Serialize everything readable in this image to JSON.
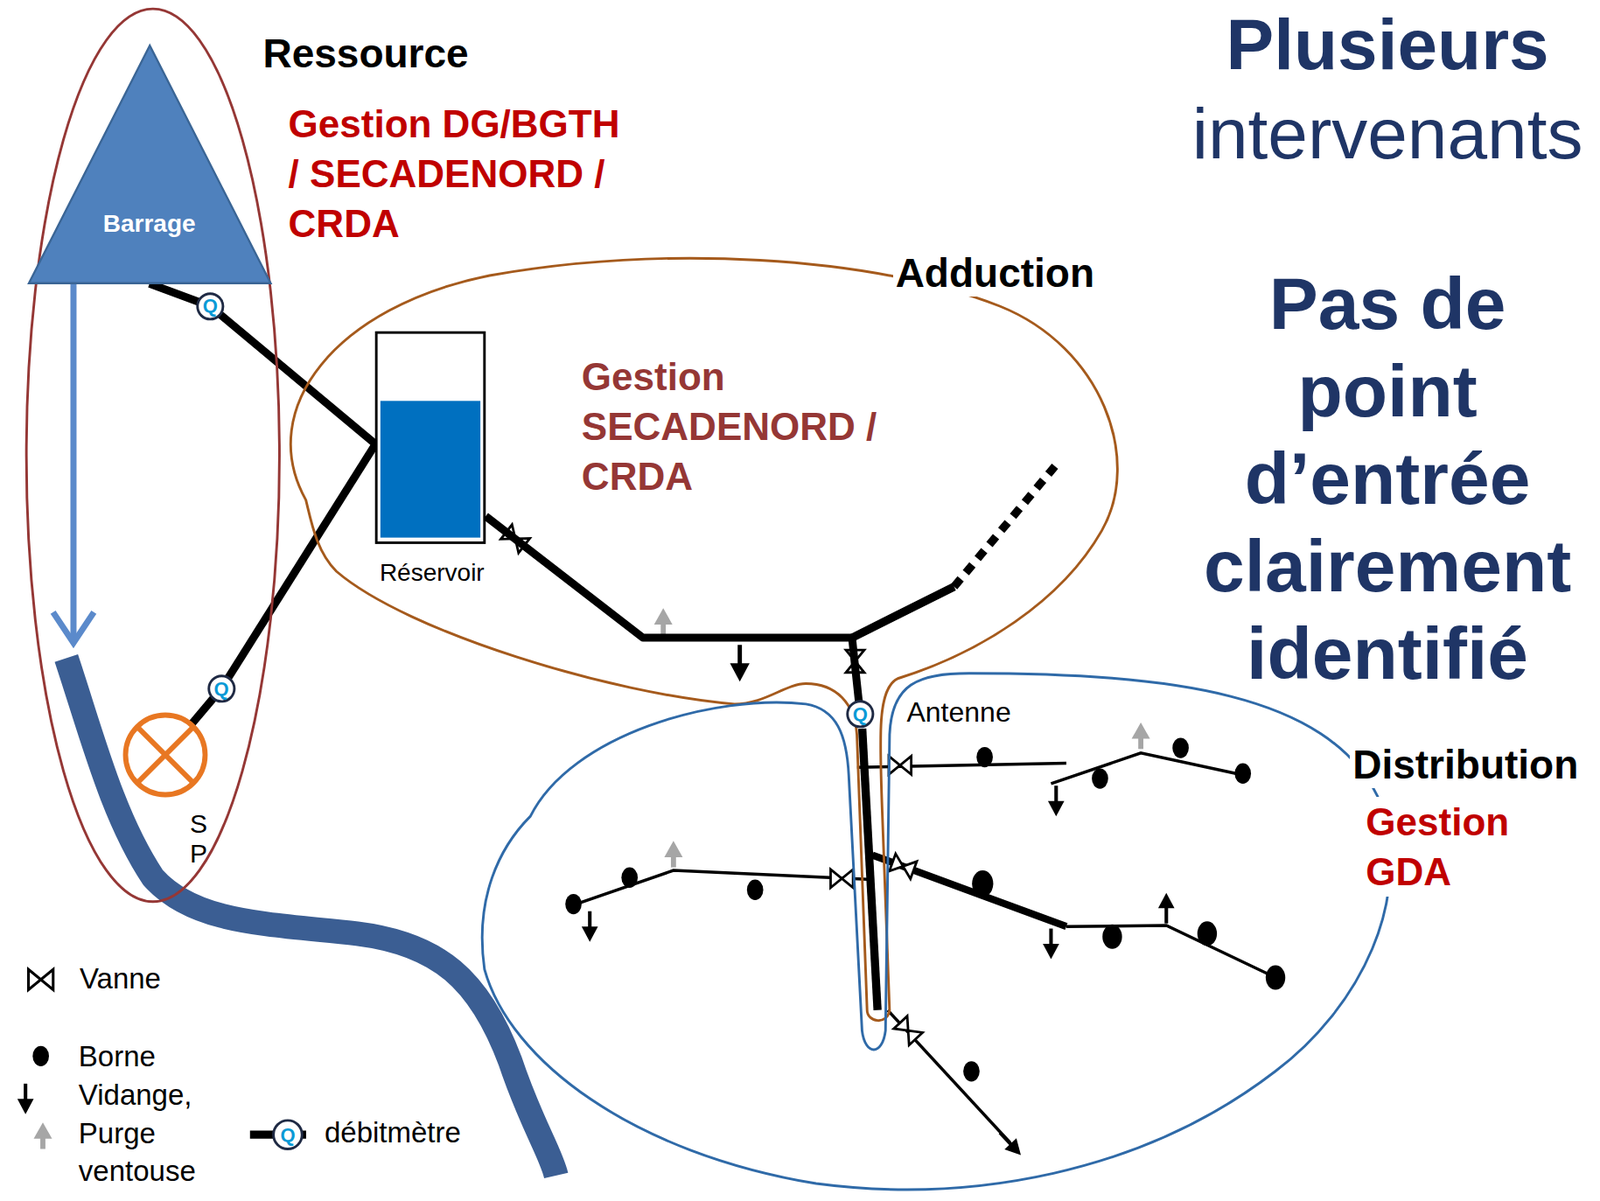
{
  "diagram": {
    "title": "Plusieurs intervenants",
    "nodes": [
      {
        "text": [
          "Ressource",
          "Gestion DG/BGTH / SECADENORD / CRDA"
        ]
      },
      {
        "text": [
          "Barrage"
        ],
        "in": 0
      },
      {
        "text": [
          "Q"
        ],
        "in": 0
      },
      {
        "text": [
          "S P"
        ],
        "in": 0
      },
      {
        "text": [
          "Q"
        ],
        "in": 0
      },
      {
        "text": [
          "Adduction",
          "Gestion SECADENORD / CRDA"
        ]
      },
      {
        "text": [
          "Réservoir"
        ],
        "in": 5
      },
      {
        "text": [
          "Distribution",
          "Gestion GDA"
        ]
      },
      {
        "text": [
          "Q"
        ],
        "in": 7
      }
    ],
    "edges": [
      {
        "from": 1,
        "to": 2,
        "arrow": "none"
      },
      {
        "from": 2,
        "to": 6,
        "arrow": "none"
      },
      {
        "from": 3,
        "to": 4,
        "arrow": "none"
      },
      {
        "from": 4,
        "to": 6,
        "arrow": "none"
      },
      {
        "from": 6,
        "to": 8,
        "arrow": "none"
      }
    ],
    "labels": [
      "Pas de point d’entrée clairement identifié",
      "Antenne",
      "Q"
    ],
    "legend": [
      {
        "text": "Vanne"
      },
      {
        "text": "Borne"
      },
      {
        "text": "Vidange,"
      },
      {
        "text": "Purge ventouse"
      },
      {
        "text": "débitmètre"
      }
    ]
  }
}
